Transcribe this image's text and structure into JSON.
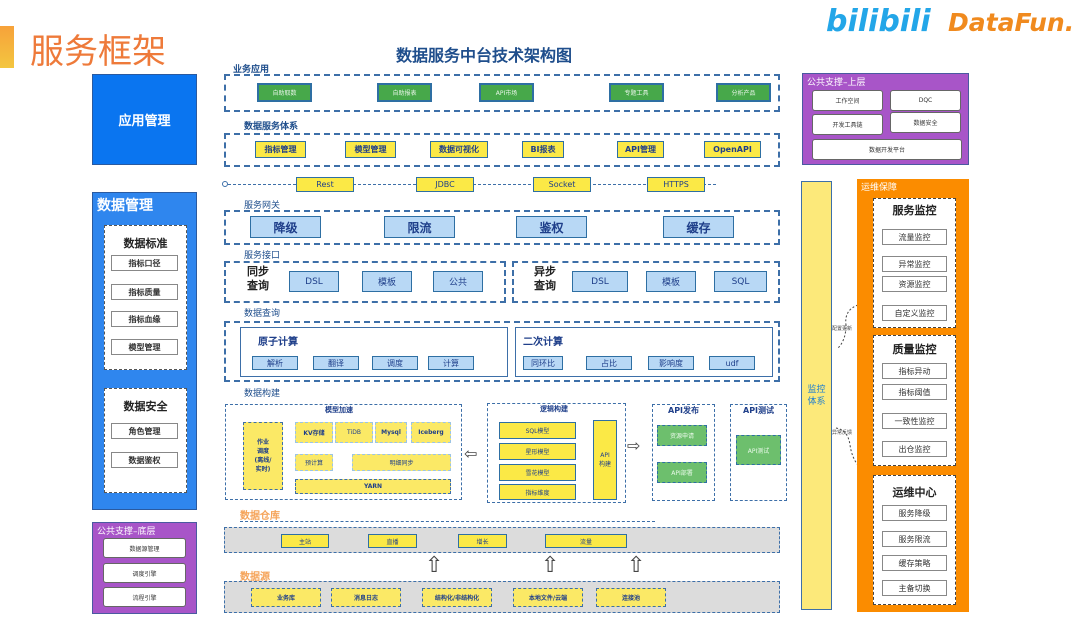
{
  "page": {
    "heading": "服务框架",
    "diagram_title": "数据服务中台技术架构图",
    "logos": {
      "bilibili": "bilibili",
      "datafun": "DataFun."
    }
  },
  "left": {
    "app_mgmt": "应用管理",
    "data_mgmt": {
      "title": "数据管理",
      "standard": {
        "title": "数据标准",
        "items": [
          "指标口径",
          "指标质量",
          "指标血缘",
          "模型管理"
        ]
      },
      "security": {
        "title": "数据安全",
        "items": [
          "角色管理",
          "数据鉴权"
        ]
      }
    },
    "public_bottom": {
      "title": "公共支撑–底层",
      "items": [
        "数据源管理",
        "调度引擎",
        "流程引擎"
      ]
    }
  },
  "center": {
    "biz_app": {
      "label": "业务应用",
      "items": [
        "自助取数",
        "自助报表",
        "API市场",
        "专题工具",
        "分析产品"
      ]
    },
    "service_system": {
      "label": "数据服务体系",
      "items": [
        "指标管理",
        "模型管理",
        "数据可视化",
        "BI报表",
        "API管理",
        "OpenAPI"
      ]
    },
    "protocols": [
      "Rest",
      "JDBC",
      "Socket",
      "HTTPS"
    ],
    "gateway": {
      "label": "服务网关",
      "items": [
        "降级",
        "限流",
        "鉴权",
        "缓存"
      ]
    },
    "interface": {
      "label": "服务接口",
      "sync": {
        "title": "同步\n查询",
        "items": [
          "DSL",
          "模板",
          "公共"
        ]
      },
      "async": {
        "title": "异步\n查询",
        "items": [
          "DSL",
          "模板",
          "SQL"
        ]
      }
    },
    "query": {
      "label": "数据查询",
      "atomic": {
        "title": "原子计算",
        "items": [
          "解析",
          "翻译",
          "调度",
          "计算"
        ]
      },
      "secondary": {
        "title": "二次计算",
        "items": [
          "同环比",
          "占比",
          "影响度",
          "udf"
        ]
      }
    },
    "build": {
      "label": "数据构建",
      "model_accel": {
        "title": "模型加速",
        "job": "作业\n调度\n(离线/\n实时)",
        "row1": [
          "KV存储",
          "TiDB",
          "Mysql",
          "Iceberg"
        ],
        "row2": [
          "预计算",
          "明细同步"
        ],
        "yarn": "YARN"
      },
      "logic": {
        "title": "逻辑构建",
        "items": [
          "SQL模型",
          "星形模型",
          "雪花模型",
          "指标维度"
        ],
        "api_build": "API\n构建"
      },
      "api_publish": {
        "title": "API发布",
        "items": [
          "资源申请",
          "API部署"
        ]
      },
      "api_test": {
        "title": "API测试",
        "items": [
          "API测试"
        ]
      }
    },
    "warehouse": {
      "label": "数据仓库",
      "items": [
        "主站",
        "直播",
        "增长",
        "流量"
      ]
    },
    "source": {
      "label": "数据源",
      "items": [
        "业务库",
        "消息日志",
        "结构化/非结构化",
        "本地文件/云端",
        "连接池"
      ]
    }
  },
  "right": {
    "public_top": {
      "title": "公共支撑–上层",
      "items": [
        "工作空间",
        "DQC",
        "开发工具链",
        "数据安全",
        "数据开发平台"
      ]
    },
    "monitor_system": "监控\n体系",
    "config_update": "配置更新",
    "error_feedback": "异常反馈",
    "ops": {
      "title": "运维保障",
      "service_monitor": {
        "title": "服务监控",
        "items": [
          "流量监控",
          "异常监控",
          "资源监控",
          "自定义监控"
        ]
      },
      "quality_monitor": {
        "title": "质量监控",
        "items": [
          "指标异动",
          "指标阈值",
          "一致性监控",
          "出仓监控"
        ]
      },
      "ops_center": {
        "title": "运维中心",
        "items": [
          "服务降级",
          "服务限流",
          "缓存策略",
          "主备切换"
        ]
      }
    }
  },
  "colors": {
    "blue": "#0a75f0",
    "purple": "#a855c8",
    "orange": "#fb8c00",
    "yellow": "#fbe946",
    "green": "#47a84a",
    "heading": "#ee7a3a"
  }
}
